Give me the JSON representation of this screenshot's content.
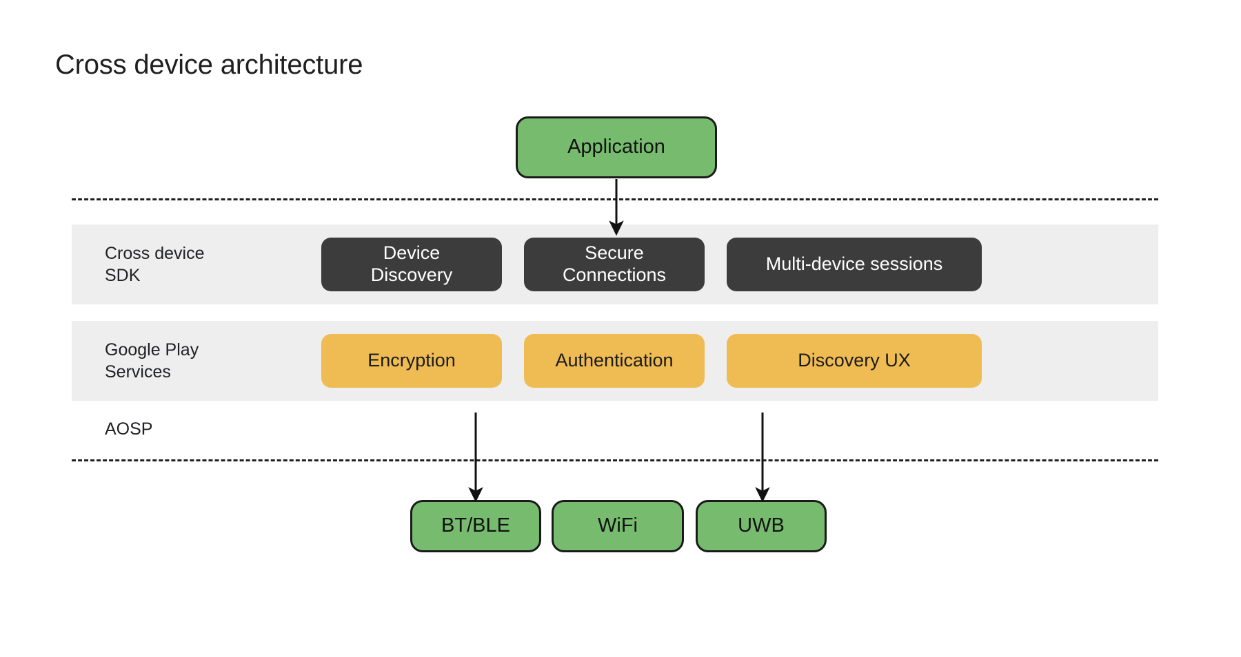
{
  "title": "Cross device architecture",
  "colors": {
    "green": "#76bb6e",
    "amber": "#efbb53",
    "dark": "#3c3c3c",
    "band": "#eeeeee",
    "text_dark": "#1f1f1f",
    "rule": "#1f1f1f"
  },
  "top_node": {
    "label": "Application"
  },
  "layers": [
    {
      "id": "cross-device-sdk",
      "label": "Cross device\nSDK",
      "style": "dark",
      "nodes": [
        {
          "id": "device-discovery",
          "label": "Device\nDiscovery"
        },
        {
          "id": "secure-connections",
          "label": "Secure\nConnections"
        },
        {
          "id": "multi-device-sessions",
          "label": "Multi-device sessions"
        }
      ]
    },
    {
      "id": "google-play-services",
      "label": "Google Play\nServices",
      "style": "amber",
      "nodes": [
        {
          "id": "encryption",
          "label": "Encryption"
        },
        {
          "id": "authentication",
          "label": "Authentication"
        },
        {
          "id": "discovery-ux",
          "label": "Discovery UX"
        }
      ]
    }
  ],
  "aosp": {
    "label": "AOSP"
  },
  "transports": [
    {
      "id": "bt-ble",
      "label": "BT/BLE"
    },
    {
      "id": "wifi",
      "label": "WiFi"
    },
    {
      "id": "uwb",
      "label": "UWB"
    }
  ],
  "connections": [
    {
      "from": "Application",
      "to": "Secure Connections"
    },
    {
      "from": "Encryption",
      "to": "BT/BLE"
    },
    {
      "from": "Discovery UX",
      "to": "UWB"
    }
  ]
}
